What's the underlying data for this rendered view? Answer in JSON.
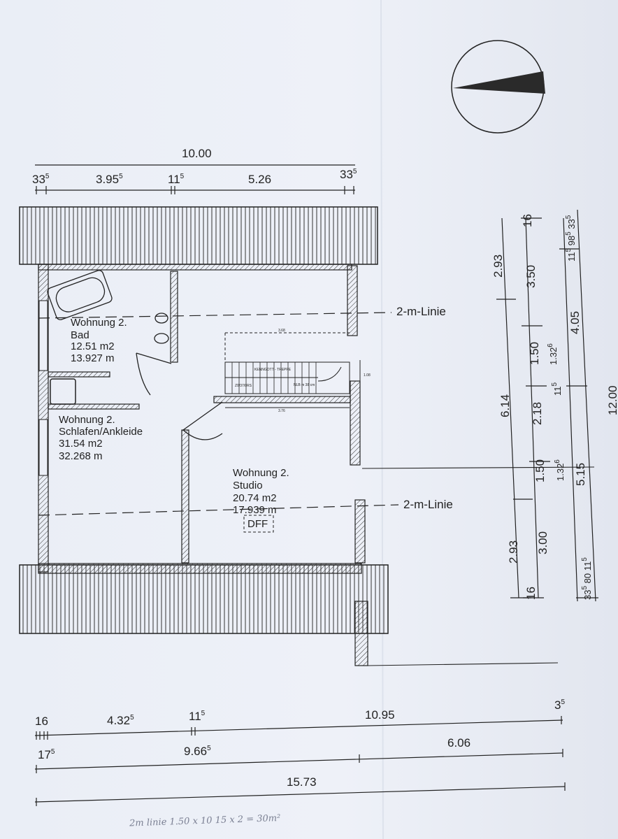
{
  "top_dims": {
    "overall": "10.00",
    "seg1": "33",
    "seg1_sup": "5",
    "seg2": "3.95",
    "seg2_sup": "5",
    "seg3": "11",
    "seg3_sup": "5",
    "seg4": "5.26",
    "seg5": "33",
    "seg5_sup": "5"
  },
  "labels": {
    "two_m_line_top": "2-m-Linie",
    "two_m_line_bottom": "2-m-Linie"
  },
  "rooms": {
    "bad": {
      "line1": "Wohnung 2.",
      "line2": "Bad",
      "line3": "12.51 m2",
      "line4": "13.927 m"
    },
    "schlafen": {
      "line1": "Wohnung 2.",
      "line2": "Schlafen/Ankleide",
      "line3": "31.54 m2",
      "line4": "32.268 m"
    },
    "studio": {
      "line1": "Wohnung 2.",
      "line2": "Studio",
      "line3": "20.74 m2",
      "line4": "17.939 m"
    }
  },
  "stair": {
    "label": "KENNGOTT - TREPPE",
    "code": "Z0/37/0RS",
    "note": "NLB m 38 cm",
    "top_dim": "3.68",
    "bottom_dim": "3.76",
    "side_dim": "1.08"
  },
  "dff": "DFF",
  "right_dims": {
    "a1": "2.93",
    "a2": "6.14",
    "a3": "2.93",
    "b1": "3.50",
    "b2": "1.50",
    "b3": "2.18",
    "b4": "1.50",
    "b5": "3.00",
    "b6": "16",
    "b_top": "16",
    "c1": "1.32",
    "c1_sup": "6",
    "c2": "11",
    "c2_sup": "5",
    "c3": "1.32",
    "c3_sup": "6",
    "d_top": "11",
    "d_top_sup": "5",
    "d_top2": "98",
    "d_top2_sup": "5",
    "d_top3": "33",
    "d_top3_sup": "5",
    "d1": "4.05",
    "d2": "5.15",
    "d_bot": "33",
    "d_bot_sup": "5",
    "d_bot2": "80",
    "d_bot3": "11",
    "d_bot3_sup": "5",
    "overall": "12.00"
  },
  "bottom_dims": {
    "r1_a": "16",
    "r1_b": "4.32",
    "r1_b_sup": "5",
    "r1_c": "11",
    "r1_c_sup": "5",
    "r1_d": "10.95",
    "r1_e": "3",
    "r1_e_sup": "5",
    "r2_a": "17",
    "r2_a_sup": "5",
    "r2_b": "9.66",
    "r2_b_sup": "5",
    "r2_c": "6.06",
    "r3": "15.73"
  },
  "handwriting": "2m linie 1.50 x 10   15 x 2 = 30m²",
  "colors": {
    "ink": "#222222",
    "paper": "#eceff7",
    "pencil": "#7a7f92"
  }
}
